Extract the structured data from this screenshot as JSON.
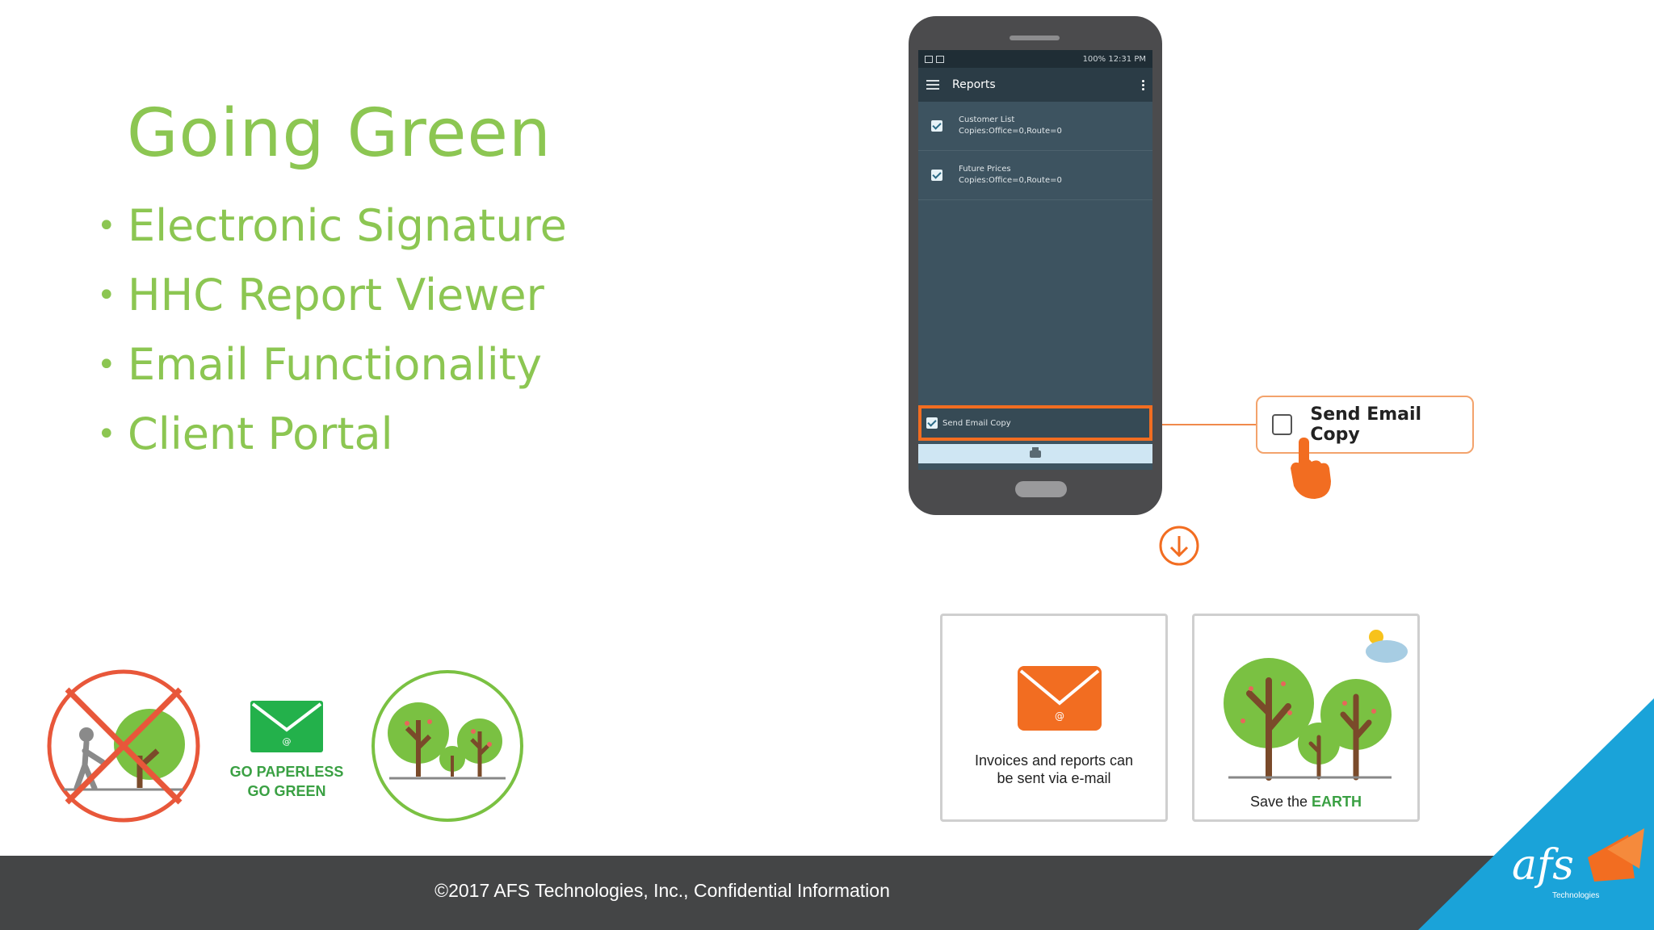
{
  "slide": {
    "title": "Going Green",
    "bullets": [
      "Electronic Signature",
      "HHC Report Viewer",
      "Email Functionality",
      "Client Portal"
    ]
  },
  "phone": {
    "status_right": "100% 12:31 PM",
    "appbar_title": "Reports",
    "reports": [
      {
        "name": "Customer List",
        "detail": "Copies:Office=0,Route=0",
        "checked": true
      },
      {
        "name": "Future Prices",
        "detail": "Copies:Office=0,Route=0",
        "checked": true
      }
    ],
    "send_email_label": "Send Email Copy"
  },
  "callout": {
    "label": "Send Email Copy"
  },
  "panels": {
    "email_caption_line1": "Invoices and reports can",
    "email_caption_line2": "be sent via e-mail",
    "earth_caption_prefix": "Save the ",
    "earth_caption_emph": "EARTH"
  },
  "paperless": {
    "line1": "GO PAPERLESS",
    "line2": "GO GREEN"
  },
  "footer": {
    "copyright": "©2017 AFS Technologies, Inc., Confidential Information"
  },
  "logo": {
    "main": "afs",
    "sub": "Technologies"
  },
  "colors": {
    "green": "#8cc652",
    "orange": "#f26d21",
    "blue": "#1aa3d9",
    "footer": "#444546"
  }
}
